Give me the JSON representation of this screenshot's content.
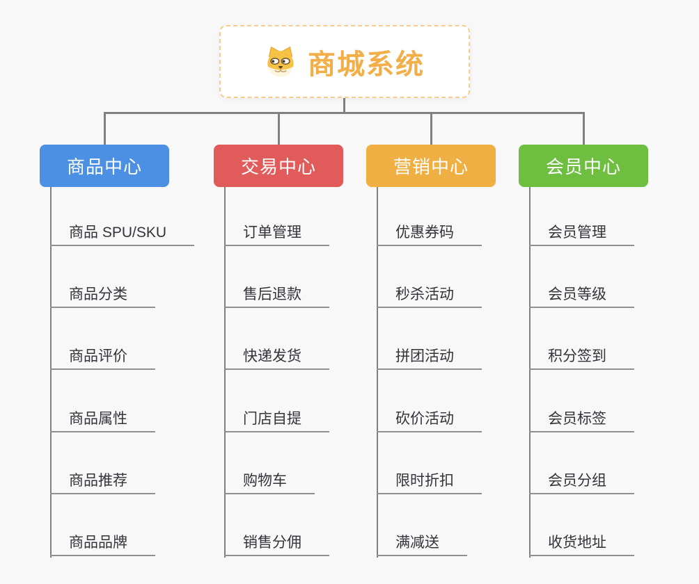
{
  "page": {
    "background": "#f8f8f8"
  },
  "palette": {
    "connector": "#808080",
    "underline": "#8f8f8f",
    "leaf_text": "#33333a",
    "root_text": "#f1ae49",
    "root_border": "#f6cd8d",
    "root_background": "#ffffff",
    "branch_text": "#ffffff"
  },
  "root": {
    "label": "商城系统",
    "icon": "doge-face-icon"
  },
  "branches": [
    {
      "label": "商品中心",
      "color": "#4b90e2",
      "items": [
        "商品 SPU/SKU",
        "商品分类",
        "商品评价",
        "商品属性",
        "商品推荐",
        "商品品牌"
      ]
    },
    {
      "label": "交易中心",
      "color": "#e25b5b",
      "items": [
        "订单管理",
        "售后退款",
        "快递发货",
        "门店自提",
        "购物车",
        "销售分佣"
      ]
    },
    {
      "label": "营销中心",
      "color": "#efaf42",
      "items": [
        "优惠券码",
        "秒杀活动",
        "拼团活动",
        "砍价活动",
        "限时折扣",
        "满减送"
      ]
    },
    {
      "label": "会员中心",
      "color": "#6ebf40",
      "items": [
        "会员管理",
        "会员等级",
        "积分签到",
        "会员标签",
        "会员分组",
        "收货地址"
      ]
    }
  ]
}
